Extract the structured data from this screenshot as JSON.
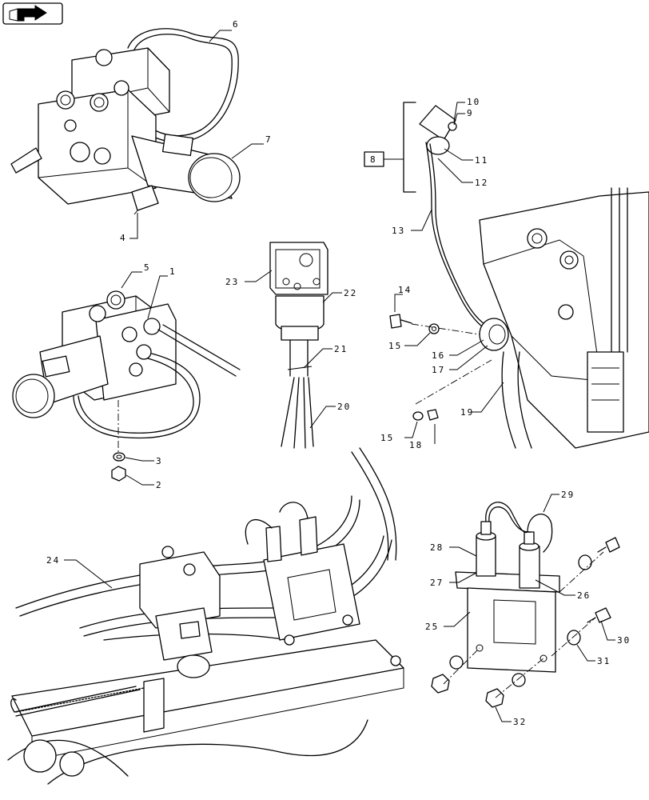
{
  "callouts": [
    {
      "id": "c1",
      "text": "1"
    },
    {
      "id": "c2",
      "text": "2"
    },
    {
      "id": "c3",
      "text": "3"
    },
    {
      "id": "c4",
      "text": "4"
    },
    {
      "id": "c5",
      "text": "5"
    },
    {
      "id": "c6",
      "text": "6"
    },
    {
      "id": "c7",
      "text": "7"
    },
    {
      "id": "c8",
      "text": "8"
    },
    {
      "id": "c9",
      "text": "9"
    },
    {
      "id": "c10",
      "text": "10"
    },
    {
      "id": "c11",
      "text": "11"
    },
    {
      "id": "c12",
      "text": "12"
    },
    {
      "id": "c13",
      "text": "13"
    },
    {
      "id": "c14",
      "text": "14"
    },
    {
      "id": "c15a",
      "text": "15"
    },
    {
      "id": "c15b",
      "text": "15"
    },
    {
      "id": "c16",
      "text": "16"
    },
    {
      "id": "c17",
      "text": "17"
    },
    {
      "id": "c18",
      "text": "18"
    },
    {
      "id": "c19",
      "text": "19"
    },
    {
      "id": "c20",
      "text": "20"
    },
    {
      "id": "c21",
      "text": "21"
    },
    {
      "id": "c22",
      "text": "22"
    },
    {
      "id": "c23",
      "text": "23"
    },
    {
      "id": "c24",
      "text": "24"
    },
    {
      "id": "c25",
      "text": "25"
    },
    {
      "id": "c26",
      "text": "26"
    },
    {
      "id": "c27",
      "text": "27"
    },
    {
      "id": "c28",
      "text": "28"
    },
    {
      "id": "c29",
      "text": "29"
    },
    {
      "id": "c30",
      "text": "30"
    },
    {
      "id": "c31",
      "text": "31"
    },
    {
      "id": "c32",
      "text": "32"
    }
  ],
  "icons": {
    "nav": "arrow-right-icon"
  },
  "colors": {
    "line": "#000000",
    "background": "#ffffff"
  }
}
